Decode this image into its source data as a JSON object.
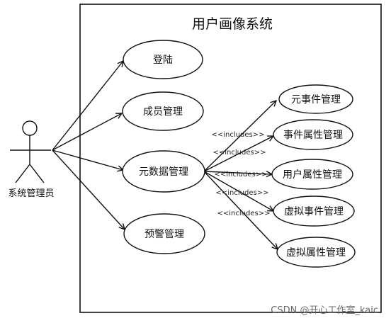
{
  "system": {
    "title": "用户画像系统"
  },
  "actor": {
    "label": "系统管理员"
  },
  "use_cases": {
    "login": "登陆",
    "member": "成员管理",
    "metadata": "元数据管理",
    "alert": "预警管理",
    "meta_event": "元事件管理",
    "event_attr": "事件属性管理",
    "user_attr": "用户属性管理",
    "virtual_event": "虚拟事件管理",
    "virtual_attr": "虚拟属性管理"
  },
  "relations": {
    "includes": "<<includes>>"
  },
  "watermark": "CSDN @开心工作室_kaic"
}
